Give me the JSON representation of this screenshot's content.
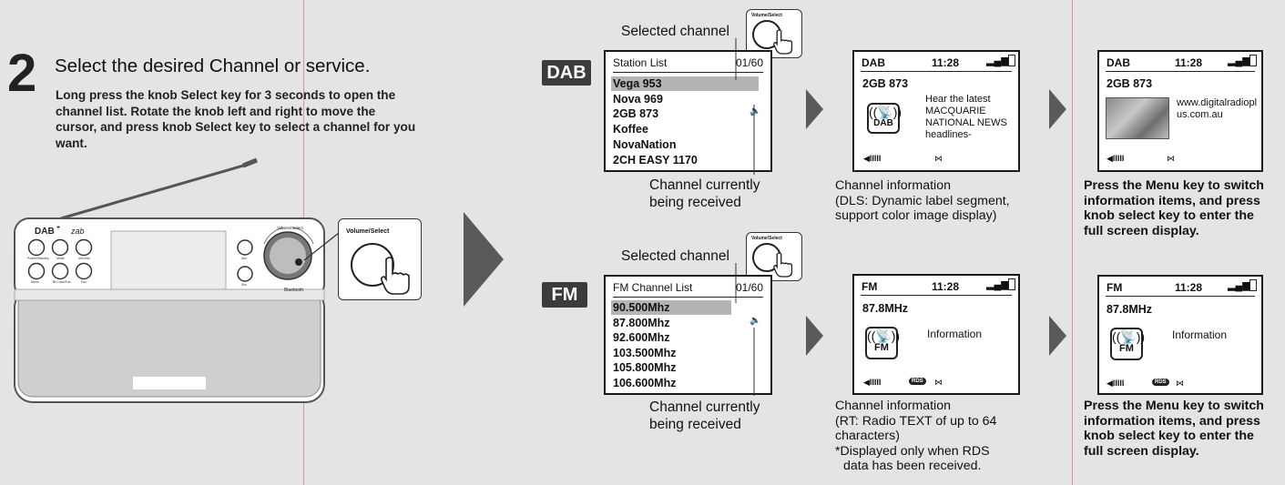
{
  "step": {
    "number": "2",
    "title": "Select the desired Channel or service.",
    "body": [
      {
        "t": "Long press the knob ",
        "b": false
      },
      {
        "t": "Select",
        "b": true
      },
      {
        "t": " key for 3 seconds to open the channel list. Rotate the knob left and right to move the cursor, and press knob ",
        "b": false
      },
      {
        "t": "Select",
        "b": true
      },
      {
        "t": " key to select a channel for you want.",
        "b": false
      }
    ]
  },
  "radio": {
    "logo_dab": "DAB",
    "logo_plus": "+",
    "logo_brand": "zab",
    "volume_label": "Volume/Select",
    "bluetooth_label": "Bluetooth",
    "btn_labels": [
      "Power/Standby",
      "Mode",
      "Info/Info",
      "Menu",
      "Bt.Clock/Fav",
      "Fav"
    ],
    "side_btn_labels": [
      "Alm",
      "Snz"
    ]
  },
  "knob_callout": {
    "label": "Volume/Select"
  },
  "dab": {
    "tag": "DAB",
    "selected_label": "Selected channel",
    "knob_label": "Volume/Select",
    "list": {
      "title": "Station List",
      "counter": "01/60",
      "items": [
        "Vega 953",
        "Nova 969",
        "2GB 873",
        "Koffee",
        "NovaNation",
        "2CH EASY 1170"
      ]
    },
    "receiving_label": [
      "Channel currently",
      "being received"
    ],
    "info1": {
      "mode": "DAB",
      "time": "11:28",
      "station": "2GB 873",
      "dls": [
        "Hear the latest",
        "MACQUARIE",
        "NATIONAL NEWS",
        "headlines-"
      ],
      "icon_text": "DAB",
      "caption": [
        "Channel information",
        "(DLS: Dynamic label segment,",
        "support color image display)"
      ]
    },
    "info2": {
      "mode": "DAB",
      "time": "11:28",
      "station": "2GB 873",
      "url": [
        "www.digitalradiopl",
        "us.com.au"
      ],
      "caption": [
        [
          {
            "t": "Press the ",
            "b": false
          },
          {
            "t": "Menu",
            "b": true
          },
          {
            "t": " key to switch",
            "b": false
          }
        ],
        [
          {
            "t": "information items, and press",
            "b": false
          }
        ],
        [
          {
            "t": "knob ",
            "b": false
          },
          {
            "t": "select",
            "b": true
          },
          {
            "t": " key to enter the",
            "b": false
          }
        ],
        [
          {
            "t": "full screen display.",
            "b": false
          }
        ]
      ]
    }
  },
  "fm": {
    "tag": "FM",
    "selected_label": "Selected channel",
    "knob_label": "Volume/Select",
    "list": {
      "title": "FM Channel List",
      "counter": "01/60",
      "items": [
        "90.500Mhz",
        "87.800Mhz",
        "92.600Mhz",
        "103.500Mhz",
        "105.800Mhz",
        "106.600Mhz"
      ]
    },
    "receiving_label": [
      "Channel currently",
      "being received"
    ],
    "info1": {
      "mode": "FM",
      "time": "11:28",
      "freq": "87.8MHz",
      "info": "Information",
      "icon_text": "FM",
      "rds": "RDS",
      "caption": [
        "Channel information",
        "(RT: Radio TEXT of up to 64",
        "characters)",
        "*Displayed only when RDS",
        "data has been received."
      ]
    },
    "info2": {
      "mode": "FM",
      "time": "11:28",
      "freq": "87.8MHz",
      "info": "Information",
      "icon_text": "FM",
      "rds": "RDS",
      "caption": [
        [
          {
            "t": "Press the ",
            "b": false
          },
          {
            "t": "Menu",
            "b": true
          },
          {
            "t": " key to switch",
            "b": false
          }
        ],
        [
          {
            "t": "information items, and press",
            "b": false
          }
        ],
        [
          {
            "t": "knob ",
            "b": false
          },
          {
            "t": "select",
            "b": true
          },
          {
            "t": " key to enter the",
            "b": false
          }
        ],
        [
          {
            "t": "full screen display.",
            "b": false
          }
        ]
      ]
    }
  }
}
